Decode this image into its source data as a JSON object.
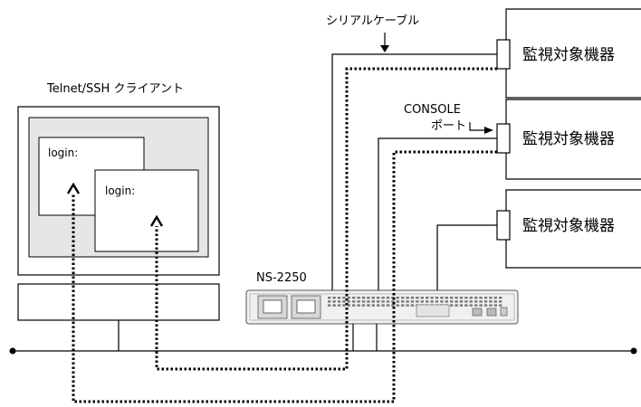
{
  "labels": {
    "serial_cable": "シリアルケーブル",
    "client": "Telnet/SSH クライアント",
    "console_line1": "CONSOLE",
    "console_line2": "ポート",
    "device_name": "NS-2250",
    "login1": "login:",
    "login2": "login:"
  },
  "devices": [
    {
      "label": "監視対象機器"
    },
    {
      "label": "監視対象機器"
    },
    {
      "label": "監視対象機器"
    }
  ]
}
